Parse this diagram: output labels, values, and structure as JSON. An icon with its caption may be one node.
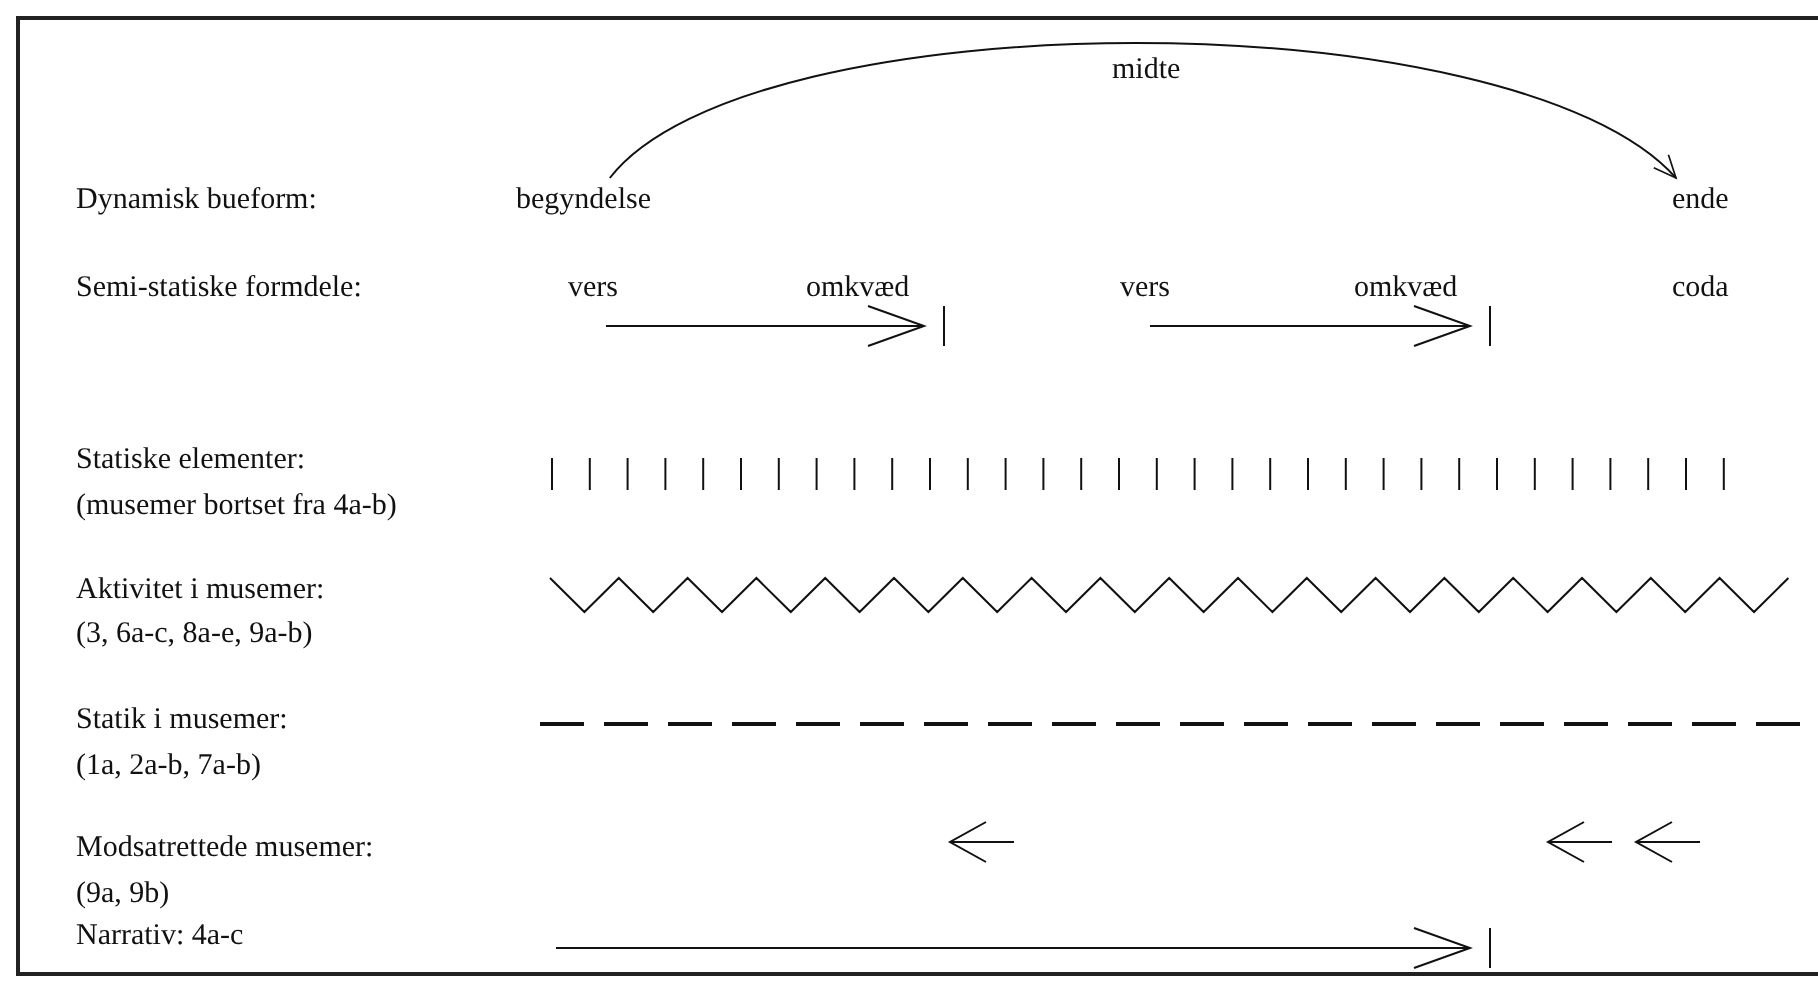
{
  "diagram": {
    "nodes": [
      {
        "text": [
          "begyndelse"
        ]
      },
      {
        "text": [
          "ende"
        ]
      }
    ],
    "edges": [
      {
        "from": 0,
        "to": 1,
        "arrow": "to",
        "label": "midte"
      }
    ],
    "labels": [
      "Dynamisk bueform:",
      "Semi-statiske formdele:",
      "vers",
      "omkvæd",
      "vers",
      "omkvæd",
      "coda",
      "Statiske elementer:",
      "(musemer bortset fra 4a-b)",
      "Aktivitet i musemer:",
      "(3, 6a-c, 8a-e, 9a-b)",
      "Statik i musemer:",
      "(1a, 2a-b, 7a-b)",
      "Modsatrettede musemer:",
      "(9a, 9b)",
      "Narrativ: 4a-c"
    ]
  }
}
